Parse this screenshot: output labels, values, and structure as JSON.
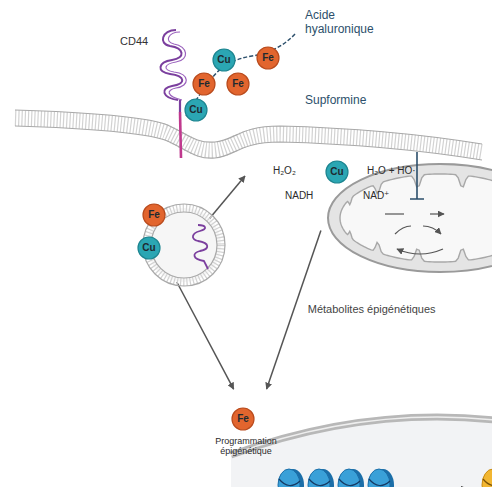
{
  "diagram": {
    "nodes": [
      {
        "text": [
          "Cu"
        ]
      },
      {
        "text": [
          "Fe"
        ]
      },
      {
        "text": [
          "Fe"
        ]
      },
      {
        "text": [
          "Fe"
        ]
      },
      {
        "text": [
          "Cu"
        ]
      },
      {
        "text": []
      },
      {
        "text": [
          "Fe"
        ],
        "in": 5
      },
      {
        "text": [
          "Cu"
        ],
        "in": 5
      },
      {
        "text": [
          "H₂O₂",
          "H₂O + HO·",
          "NADH",
          "NAD⁺"
        ]
      },
      {
        "text": [
          "Cu"
        ],
        "in": 8
      },
      {
        "text": [
          "Programmation épigénétique"
        ]
      },
      {
        "text": [
          "Fe"
        ],
        "in": 10
      }
    ],
    "edges": [
      {
        "from": 5,
        "to": 8,
        "arrow": "to"
      },
      {
        "from": 5,
        "to": 10,
        "arrow": "to"
      },
      {
        "from": 8,
        "to": 10,
        "label": "Métabolites épigénétiques",
        "arrow": "to"
      }
    ],
    "labels": [
      "CD44",
      "Acide hyaluronique",
      "Supformine"
    ]
  }
}
